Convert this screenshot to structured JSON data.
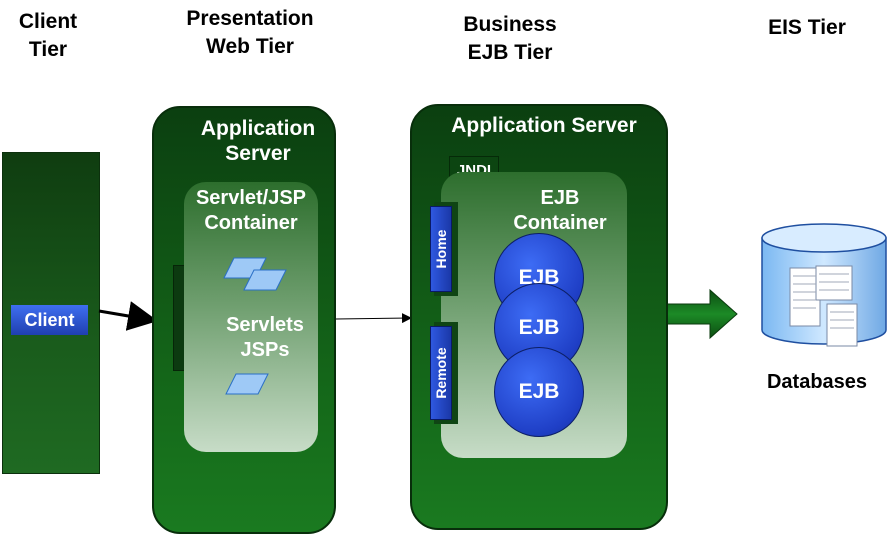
{
  "tiers": {
    "client": "Client\nTier",
    "web": "Presentation\nWeb Tier",
    "business": "Business\nEJB Tier",
    "eis": "EIS Tier"
  },
  "client": {
    "label": "Client"
  },
  "web_server": {
    "title": "Application\nServer",
    "container": "Servlet/JSP\nContainer",
    "components": "Servlets\nJSPs"
  },
  "ejb_server": {
    "title": "Application Server",
    "jndi": "JNDI",
    "container": "EJB\nContainer",
    "home": "Home",
    "remote": "Remote",
    "beans": [
      "EJB",
      "EJB",
      "EJB"
    ]
  },
  "database": {
    "label": "Databases"
  },
  "colors": {
    "server_green": "#156a1a",
    "bean_blue": "#1f3fc6",
    "database_blue": "#9fd0ff"
  }
}
